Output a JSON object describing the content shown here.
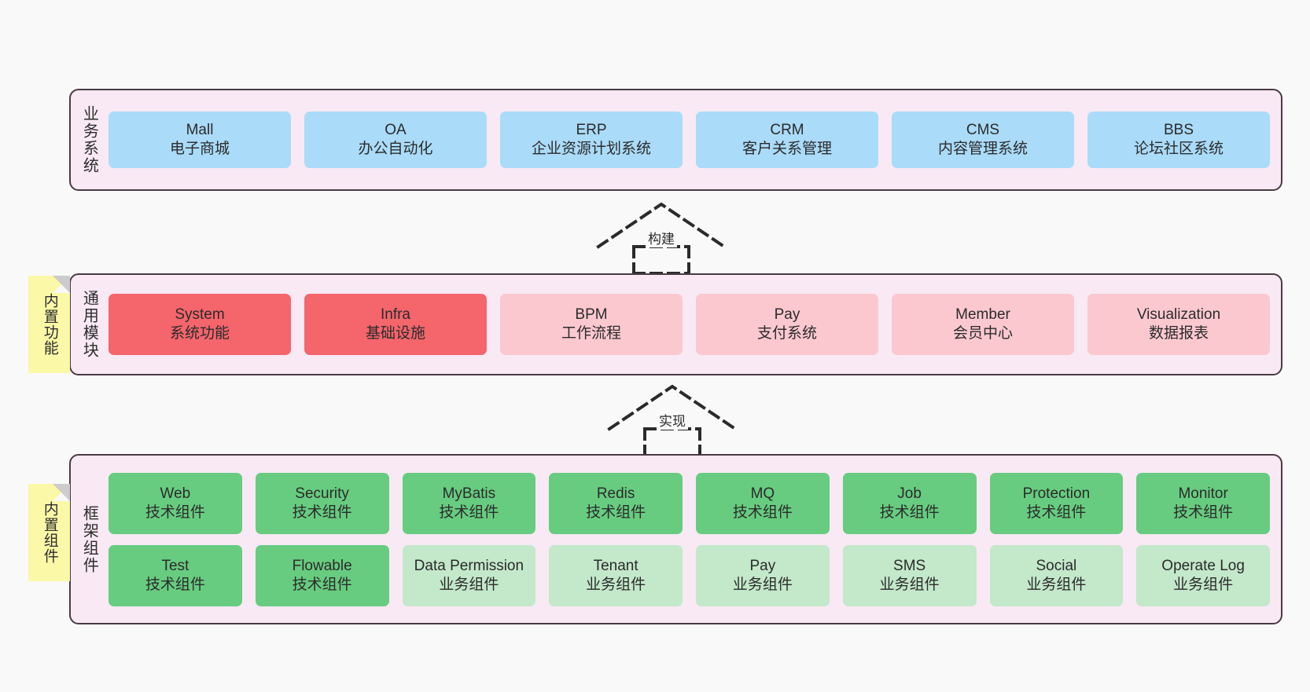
{
  "layers": [
    {
      "id": "business",
      "title": "业务系统",
      "rows": [
        {
          "variant": "c-blue",
          "cells": [
            {
              "t1": "Mall",
              "t2": "电子商城"
            },
            {
              "t1": "OA",
              "t2": "办公自动化"
            },
            {
              "t1": "ERP",
              "t2": "企业资源计划系统"
            },
            {
              "t1": "CRM",
              "t2": "客户关系管理"
            },
            {
              "t1": "CMS",
              "t2": "内容管理系统"
            },
            {
              "t1": "BBS",
              "t2": "论坛社区系统"
            }
          ]
        }
      ]
    },
    {
      "id": "modules",
      "title": "通用模块",
      "rows": [
        {
          "cells": [
            {
              "t1": "System",
              "t2": "系统功能",
              "variant": "c-red"
            },
            {
              "t1": "Infra",
              "t2": "基础设施",
              "variant": "c-red"
            },
            {
              "t1": "BPM",
              "t2": "工作流程",
              "variant": "c-pink"
            },
            {
              "t1": "Pay",
              "t2": "支付系统",
              "variant": "c-pink"
            },
            {
              "t1": "Member",
              "t2": "会员中心",
              "variant": "c-pink"
            },
            {
              "t1": "Visualization",
              "t2": "数据报表",
              "variant": "c-pink"
            }
          ]
        }
      ]
    },
    {
      "id": "framework",
      "title": "框架组件",
      "rows": [
        {
          "variant": "c-green",
          "cells": [
            {
              "t1": "Web",
              "t2": "技术组件"
            },
            {
              "t1": "Security",
              "t2": "技术组件"
            },
            {
              "t1": "MyBatis",
              "t2": "技术组件"
            },
            {
              "t1": "Redis",
              "t2": "技术组件"
            },
            {
              "t1": "MQ",
              "t2": "技术组件"
            },
            {
              "t1": "Job",
              "t2": "技术组件"
            },
            {
              "t1": "Protection",
              "t2": "技术组件"
            },
            {
              "t1": "Monitor",
              "t2": "技术组件"
            }
          ]
        },
        {
          "cells": [
            {
              "t1": "Test",
              "t2": "技术组件",
              "variant": "c-green"
            },
            {
              "t1": "Flowable",
              "t2": "技术组件",
              "variant": "c-green"
            },
            {
              "t1": "Data Permission",
              "t2": "业务组件",
              "variant": "c-green-lite"
            },
            {
              "t1": "Tenant",
              "t2": "业务组件",
              "variant": "c-green-lite"
            },
            {
              "t1": "Pay",
              "t2": "业务组件",
              "variant": "c-green-lite"
            },
            {
              "t1": "SMS",
              "t2": "业务组件",
              "variant": "c-green-lite"
            },
            {
              "t1": "Social",
              "t2": "业务组件",
              "variant": "c-green-lite"
            },
            {
              "t1": "Operate Log",
              "t2": "业务组件",
              "variant": "c-green-lite"
            }
          ]
        }
      ]
    }
  ],
  "notes": [
    {
      "id": "builtin-feature",
      "label": "内置功能"
    },
    {
      "id": "builtin-component",
      "label": "内置组件"
    }
  ],
  "connectors": [
    {
      "id": "build",
      "label": "构建"
    },
    {
      "id": "implement",
      "label": "实现"
    }
  ],
  "colors": {
    "canvas_background": "#f9f9f9",
    "layer_background": "#f8e9f4",
    "layer_border": "#4a3a44",
    "business_cell": "#aadbf8",
    "module_core_cell": "#f4656c",
    "module_cell": "#fbc8cf",
    "tech_component_cell": "#67cc80",
    "business_component_cell": "#c3e8ca",
    "note_background": "#fbf8a8",
    "note_fold": "#cccccc",
    "connector_stroke": "#2b2b2b"
  }
}
